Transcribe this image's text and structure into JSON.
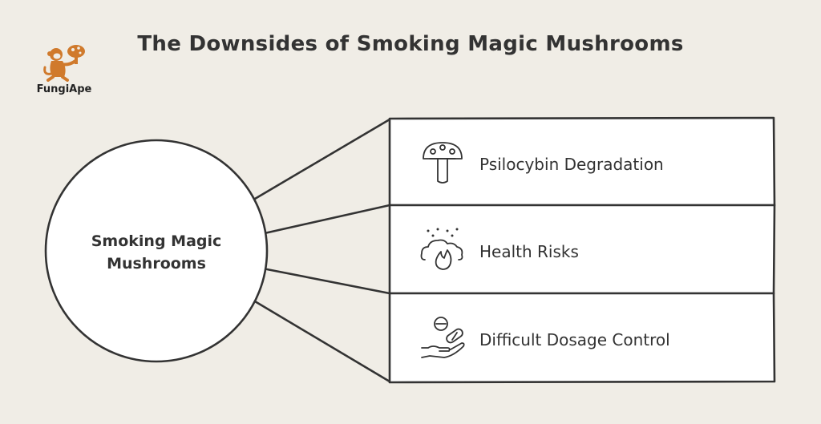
{
  "title": "The Downsides of Smoking Magic Mushrooms",
  "logo": {
    "text": "FungiApe",
    "icon": "monkey-with-mushroom-icon",
    "color": "#d07a2c"
  },
  "center": {
    "line1": "Smoking Magic",
    "line2": "Mushrooms"
  },
  "items": [
    {
      "label": "Psilocybin Degradation",
      "icon": "mushroom-icon"
    },
    {
      "label": "Health Risks",
      "icon": "smoke-fire-icon"
    },
    {
      "label": "Difficult Dosage Control",
      "icon": "hand-pills-icon"
    }
  ]
}
